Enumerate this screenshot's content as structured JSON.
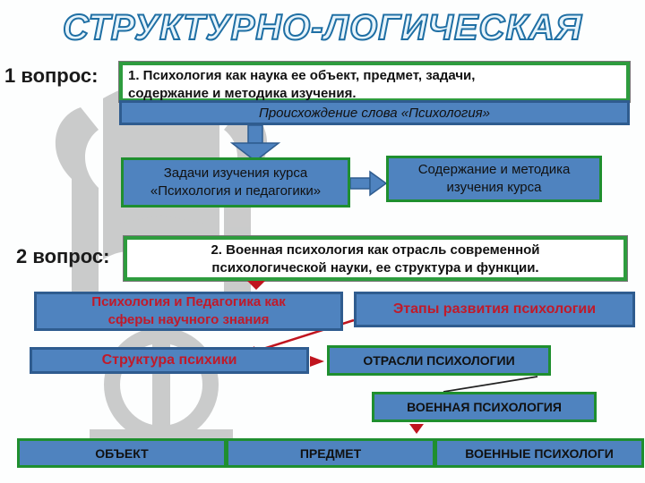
{
  "title": "СТРУКТУРНО-ЛОГИЧЕСКАЯ СХЕМА:",
  "question1": {
    "label": "1 вопрос:",
    "topic_line1": "1. Психология как наука ее объект, предмет, задачи,",
    "topic_line2": "содержание и методика изучения.",
    "origin": "Происхождение слова «Психология»",
    "tasks_line1": "Задачи изучения курса",
    "tasks_line2": "«Психология и педагогики»",
    "content_line1": "Содержание и методика",
    "content_line2": "изучения курса"
  },
  "question2": {
    "label": "2 вопрос:",
    "topic_line1": "2. Военная психология как отрасль современной",
    "topic_line2": "психологической науки, ее структура и функции.",
    "spheres_line1": "Психология и Педагогика как",
    "spheres_line2": "сферы научного знания",
    "stages": "Этапы развития психологии",
    "structure": "Структура психики",
    "branches": "ОТРАСЛИ ПСИХОЛОГИИ",
    "military": "ВОЕННАЯ ПСИХОЛОГИЯ",
    "object": "ОБЪЕКТ",
    "subject": "ПРЕДМЕТ",
    "military_psych": "ВОЕННЫЕ ПСИХОЛОГИ"
  },
  "colors": {
    "box_blue": "#4f83bf",
    "border_green": "#1f8f2f",
    "arrow_red": "#c0141e",
    "text_red": "#c01a2a",
    "watermark": "#8e8e8e"
  },
  "icons": [
    "book-watermark-icon",
    "arrow-down-icon",
    "arrow-right-icon"
  ]
}
